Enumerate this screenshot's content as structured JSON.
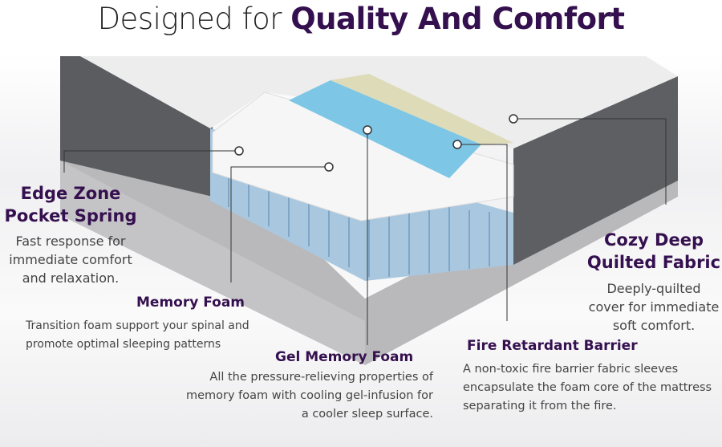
{
  "title": {
    "light": "Designed for",
    "bold": "Quality And Comfort"
  },
  "colors": {
    "accent": "#35104f",
    "body_text": "#444444",
    "gel": "#7ec6e6",
    "fire_barrier": "#dedbb8"
  },
  "callouts": [
    {
      "heading_lines": [
        "Edge Zone",
        "Pocket Spring"
      ],
      "body_lines": [
        "Fast response for",
        "immediate comfort",
        "and relaxation."
      ]
    },
    {
      "heading_lines": [
        "Memory Foam"
      ],
      "body_lines": [
        "Transition foam support your spinal and",
        "promote optimal sleeping patterns"
      ]
    },
    {
      "heading_lines": [
        "Gel Memory Foam"
      ],
      "body_lines": [
        "All the pressure-relieving properties of",
        "memory foam with cooling gel-infusion for",
        "a cooler sleep surface."
      ]
    },
    {
      "heading_lines": [
        "Fire Retardant Barrier"
      ],
      "body_lines": [
        "A non-toxic fire barrier fabric sleeves",
        "encapsulate the foam core of the mattress",
        "separating it from the fire."
      ]
    },
    {
      "heading_lines": [
        "Cozy Deep",
        "Quilted Fabric"
      ],
      "body_lines": [
        "Deeply-quilted",
        "cover for immediate",
        "soft comfort."
      ]
    }
  ]
}
